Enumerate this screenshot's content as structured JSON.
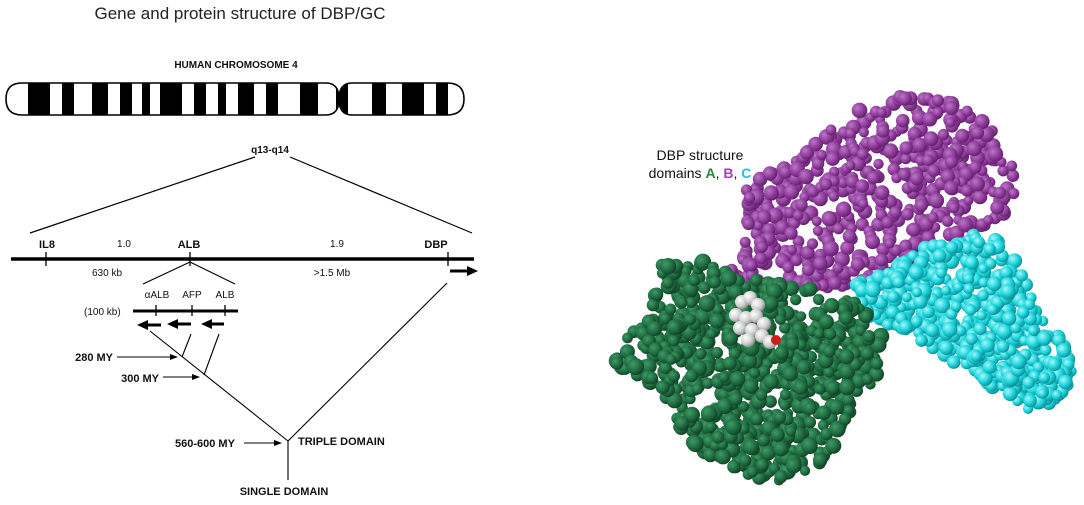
{
  "title": "Gene and protein structure of DBP/GC",
  "chromosome": {
    "label": "HUMAN CHROMOSOME 4",
    "band": "q13-q14"
  },
  "locus": {
    "genes": [
      "IL8",
      "ALB",
      "DBP"
    ],
    "distances_top": [
      "1.0",
      "1.9"
    ],
    "distances_bottom": [
      "630 kb",
      ">1.5 Mb"
    ]
  },
  "cluster": {
    "genes": [
      "αALB",
      "AFP",
      "ALB"
    ],
    "scale": "(100 kb)"
  },
  "evolution": {
    "times": [
      "280 MY",
      "300 MY",
      "560-600  MY"
    ],
    "triple": "TRIPLE DOMAIN",
    "single": "SINGLE DOMAIN"
  },
  "protein": {
    "caption_line1": "DBP structure",
    "caption_prefix": "domains ",
    "domain_a": "A",
    "sep1": ", ",
    "domain_b": "B",
    "sep2": ", ",
    "domain_c": "C",
    "colors": {
      "A": "#1f6b40",
      "B": "#8e3a99",
      "C": "#1fd6dc",
      "ligand": "#cfcfcf"
    }
  }
}
